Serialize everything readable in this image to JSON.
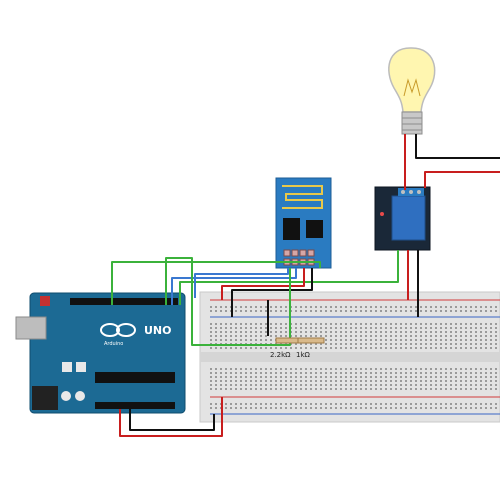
{
  "arduino": {
    "brand": "Arduino",
    "model": "UNO"
  },
  "breadboard": {
    "resistor_1_label": "2.2kΩ",
    "resistor_2_label": "1kΩ"
  },
  "colors": {
    "board_blue": "#1c6a94",
    "esp_blue": "#2a7bc1",
    "breadboard": "#e2e2e2",
    "rail_red": "#d23b3b",
    "rail_blue": "#3a66c6",
    "wire_red": "#c81e1e",
    "wire_black": "#111111",
    "wire_green": "#3bb23b",
    "wire_blue": "#3a78d0",
    "bulb_glass": "#fff6b0"
  },
  "icons": {
    "bulb": "light-bulb-icon",
    "relay": "relay-module-icon",
    "esp": "esp8266-wifi-module-icon",
    "arduino": "arduino-uno-board-icon",
    "breadboard": "breadboard-icon"
  }
}
